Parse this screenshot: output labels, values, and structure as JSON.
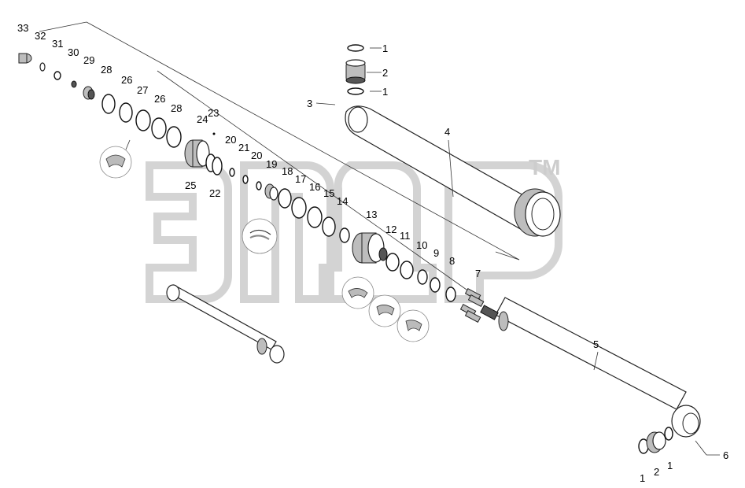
{
  "watermark": {
    "text": "TM"
  },
  "callouts": [
    "33",
    "32",
    "31",
    "30",
    "29",
    "28",
    "26",
    "27",
    "26",
    "28",
    "23",
    "24",
    "25",
    "22",
    "20",
    "21",
    "20",
    "19",
    "18",
    "17",
    "16",
    "15",
    "14",
    "13",
    "12",
    "11",
    "10",
    "9",
    "8",
    "7",
    "1",
    "2",
    "1",
    "3",
    "4",
    "5",
    "1",
    "2",
    "1",
    "6"
  ]
}
